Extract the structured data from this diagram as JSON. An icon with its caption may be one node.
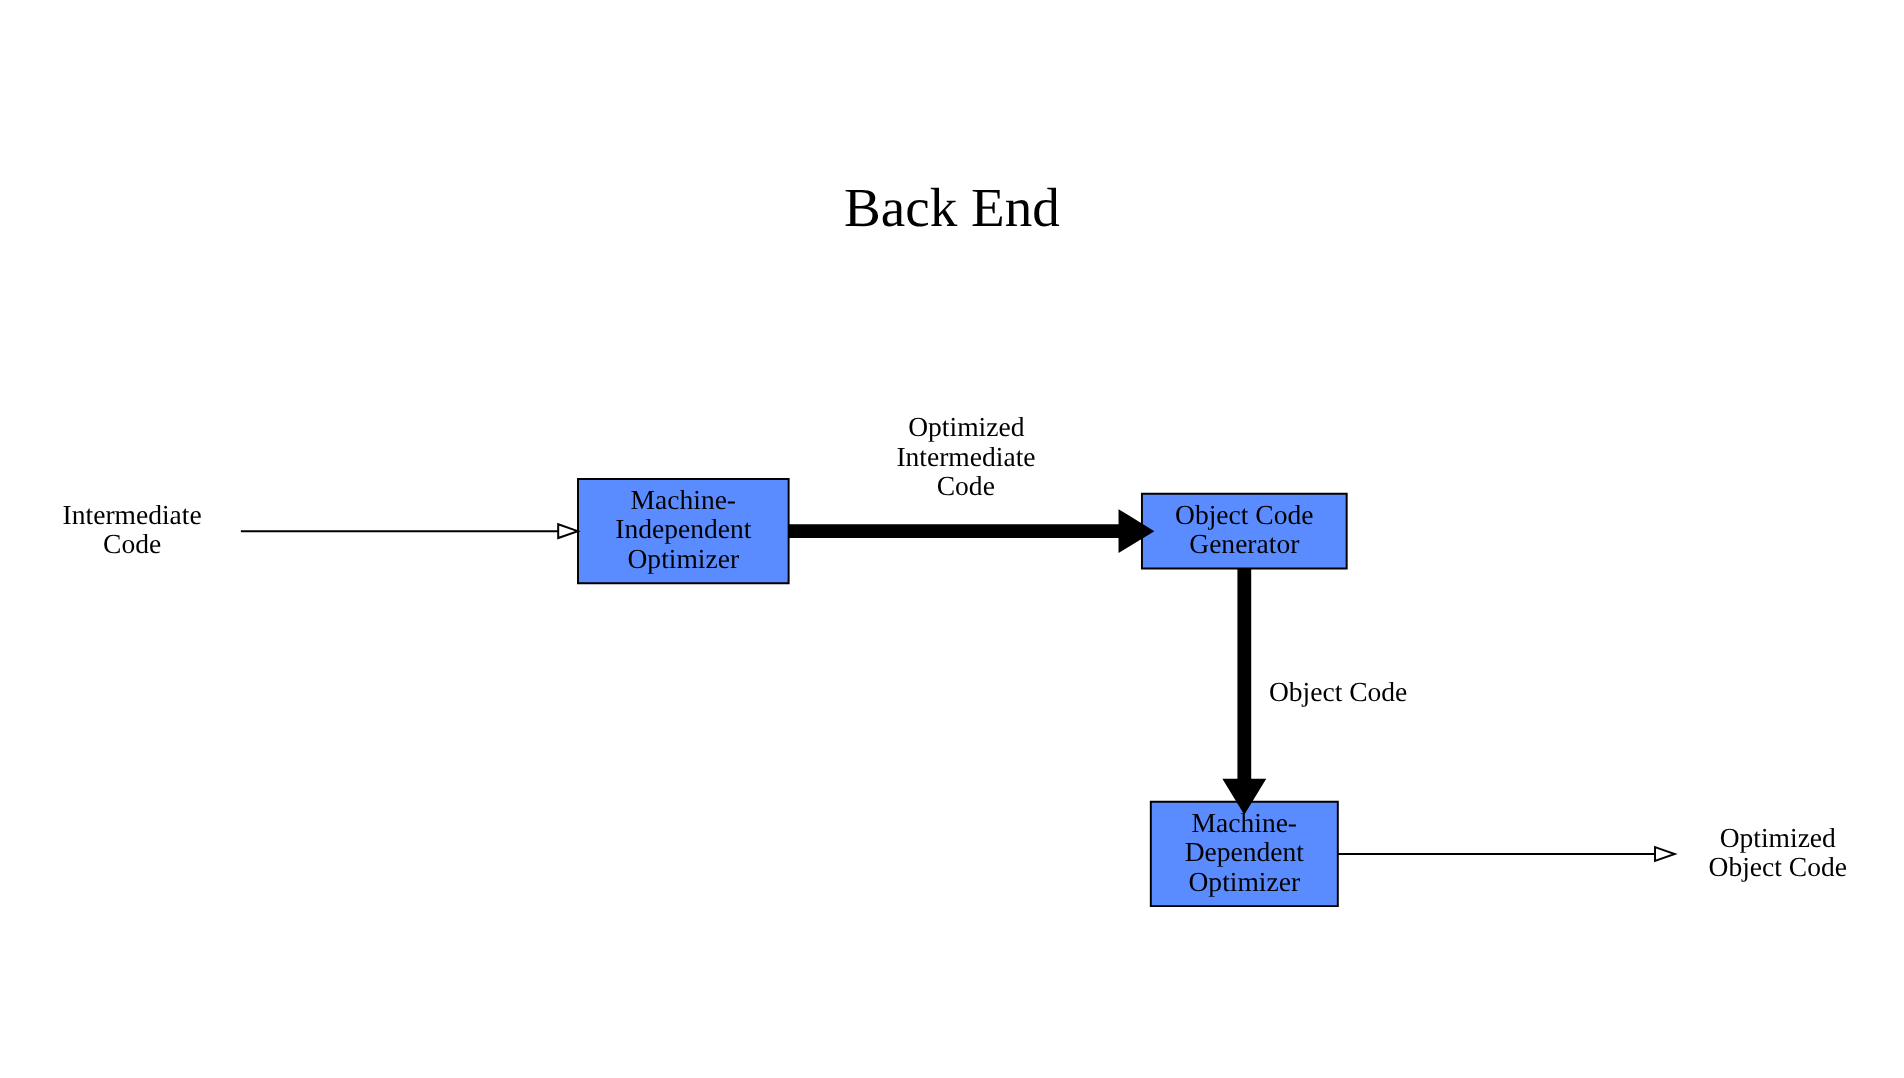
{
  "diagram": {
    "title": "Back End",
    "nodes": [
      {
        "text": [
          "Intermediate Code"
        ]
      },
      {
        "text": [
          "Machine-Independent Optimizer"
        ]
      },
      {
        "text": [
          "Object Code Generator"
        ]
      },
      {
        "text": [
          "Machine-Dependent Optimizer"
        ]
      },
      {
        "text": [
          "Optimized Object Code"
        ]
      }
    ],
    "edges": [
      {
        "from": 0,
        "to": 1,
        "arrow": "to"
      },
      {
        "from": 1,
        "to": 2,
        "arrow": "to",
        "label": "Optimized Intermediate Code",
        "style": "thick"
      },
      {
        "from": 2,
        "to": 3,
        "arrow": "to",
        "label": "Object Code",
        "style": "thick"
      },
      {
        "from": 3,
        "to": 4,
        "arrow": "to"
      }
    ]
  }
}
